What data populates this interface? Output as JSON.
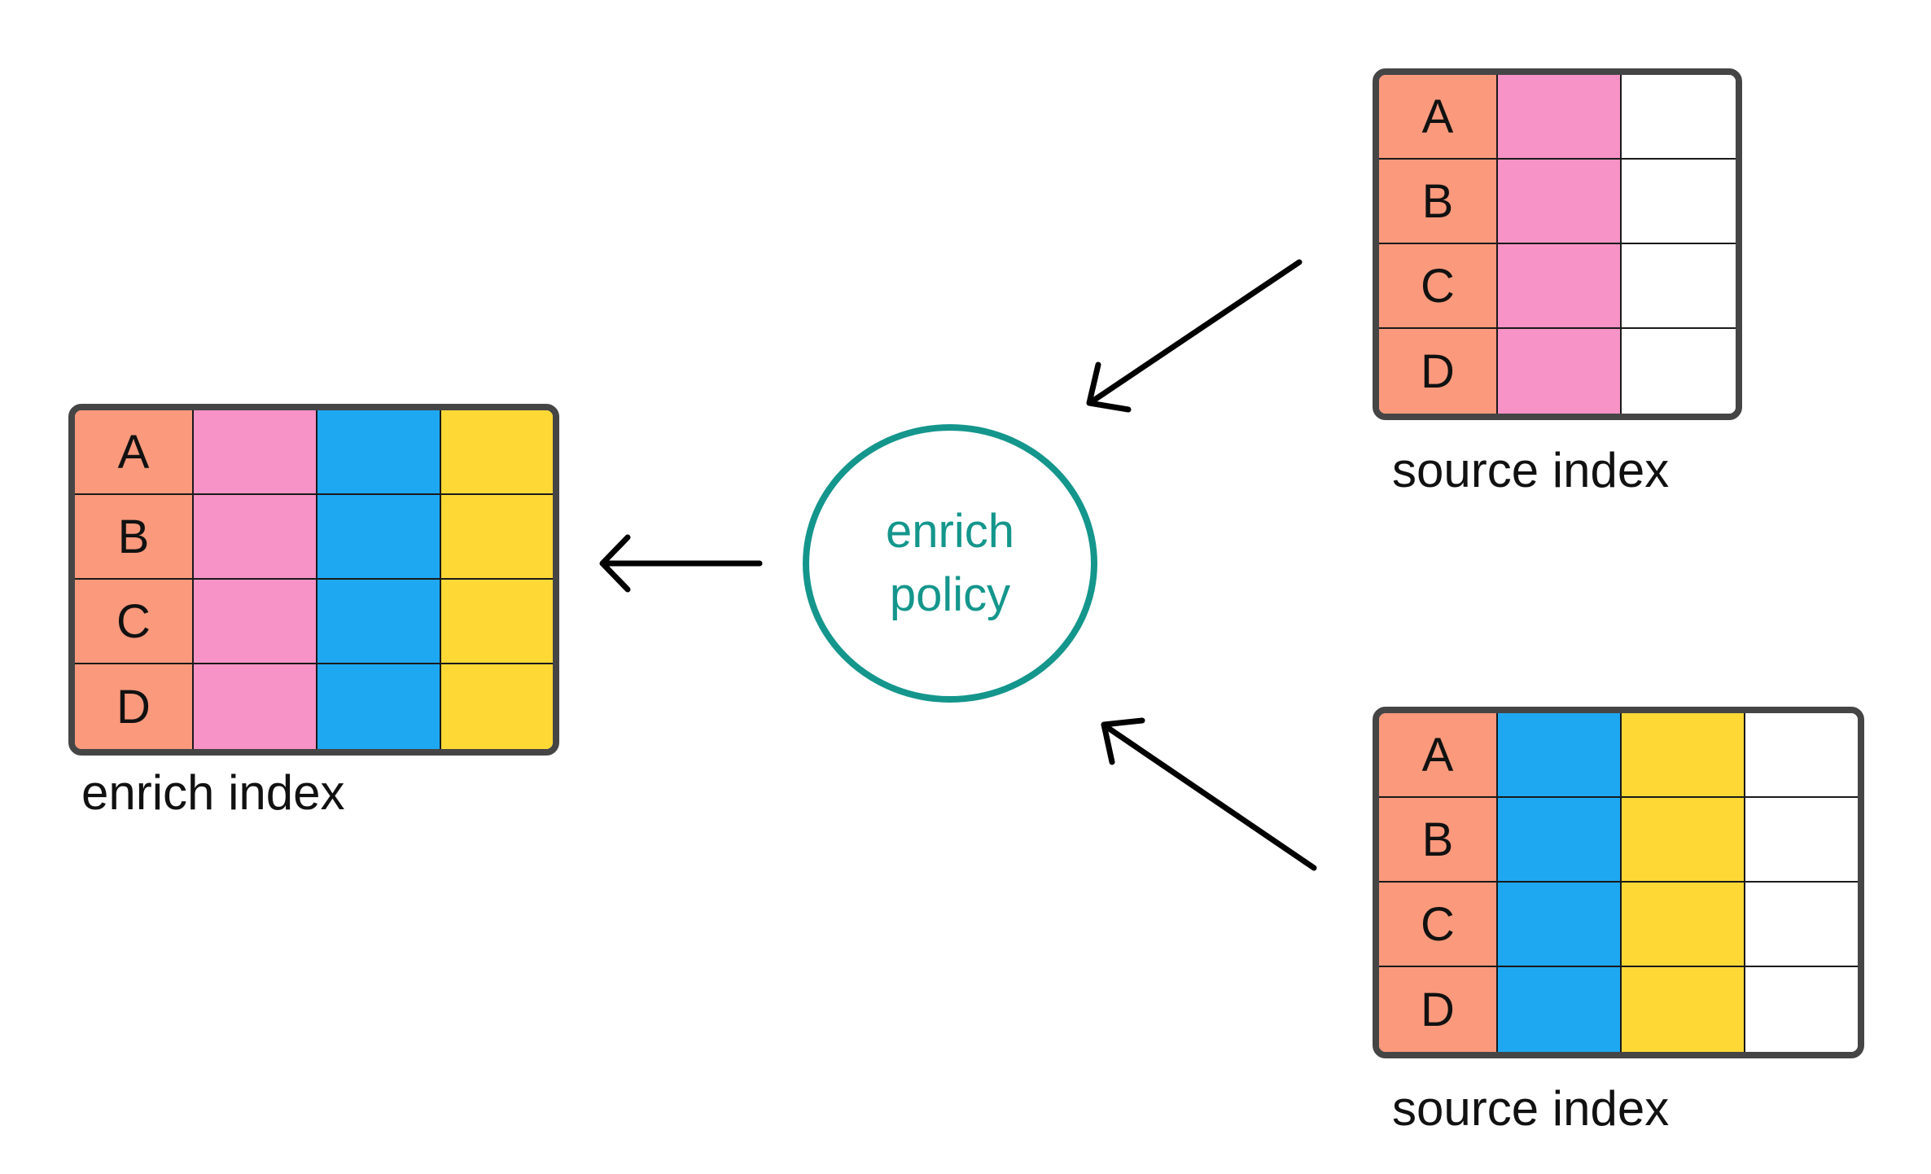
{
  "colors": {
    "key": "#fa997c",
    "pink": "#f793c6",
    "blue": "#1ea8f2",
    "yellow": "#fed936",
    "empty": "#ffffff",
    "border": "#454545",
    "policy": "#14968c",
    "arrow": "#000000"
  },
  "enrich_index": {
    "label": "enrich index",
    "rows": [
      "A",
      "B",
      "C",
      "D"
    ],
    "columns": [
      "key",
      "pink",
      "blue",
      "yellow"
    ]
  },
  "policy": {
    "line1": "enrich",
    "line2": "policy"
  },
  "source_index_1": {
    "label": "source index",
    "rows": [
      "A",
      "B",
      "C",
      "D"
    ],
    "columns": [
      "key",
      "pink",
      "empty"
    ]
  },
  "source_index_2": {
    "label": "source index",
    "rows": [
      "A",
      "B",
      "C",
      "D"
    ],
    "columns": [
      "key",
      "blue",
      "yellow",
      "empty"
    ]
  }
}
